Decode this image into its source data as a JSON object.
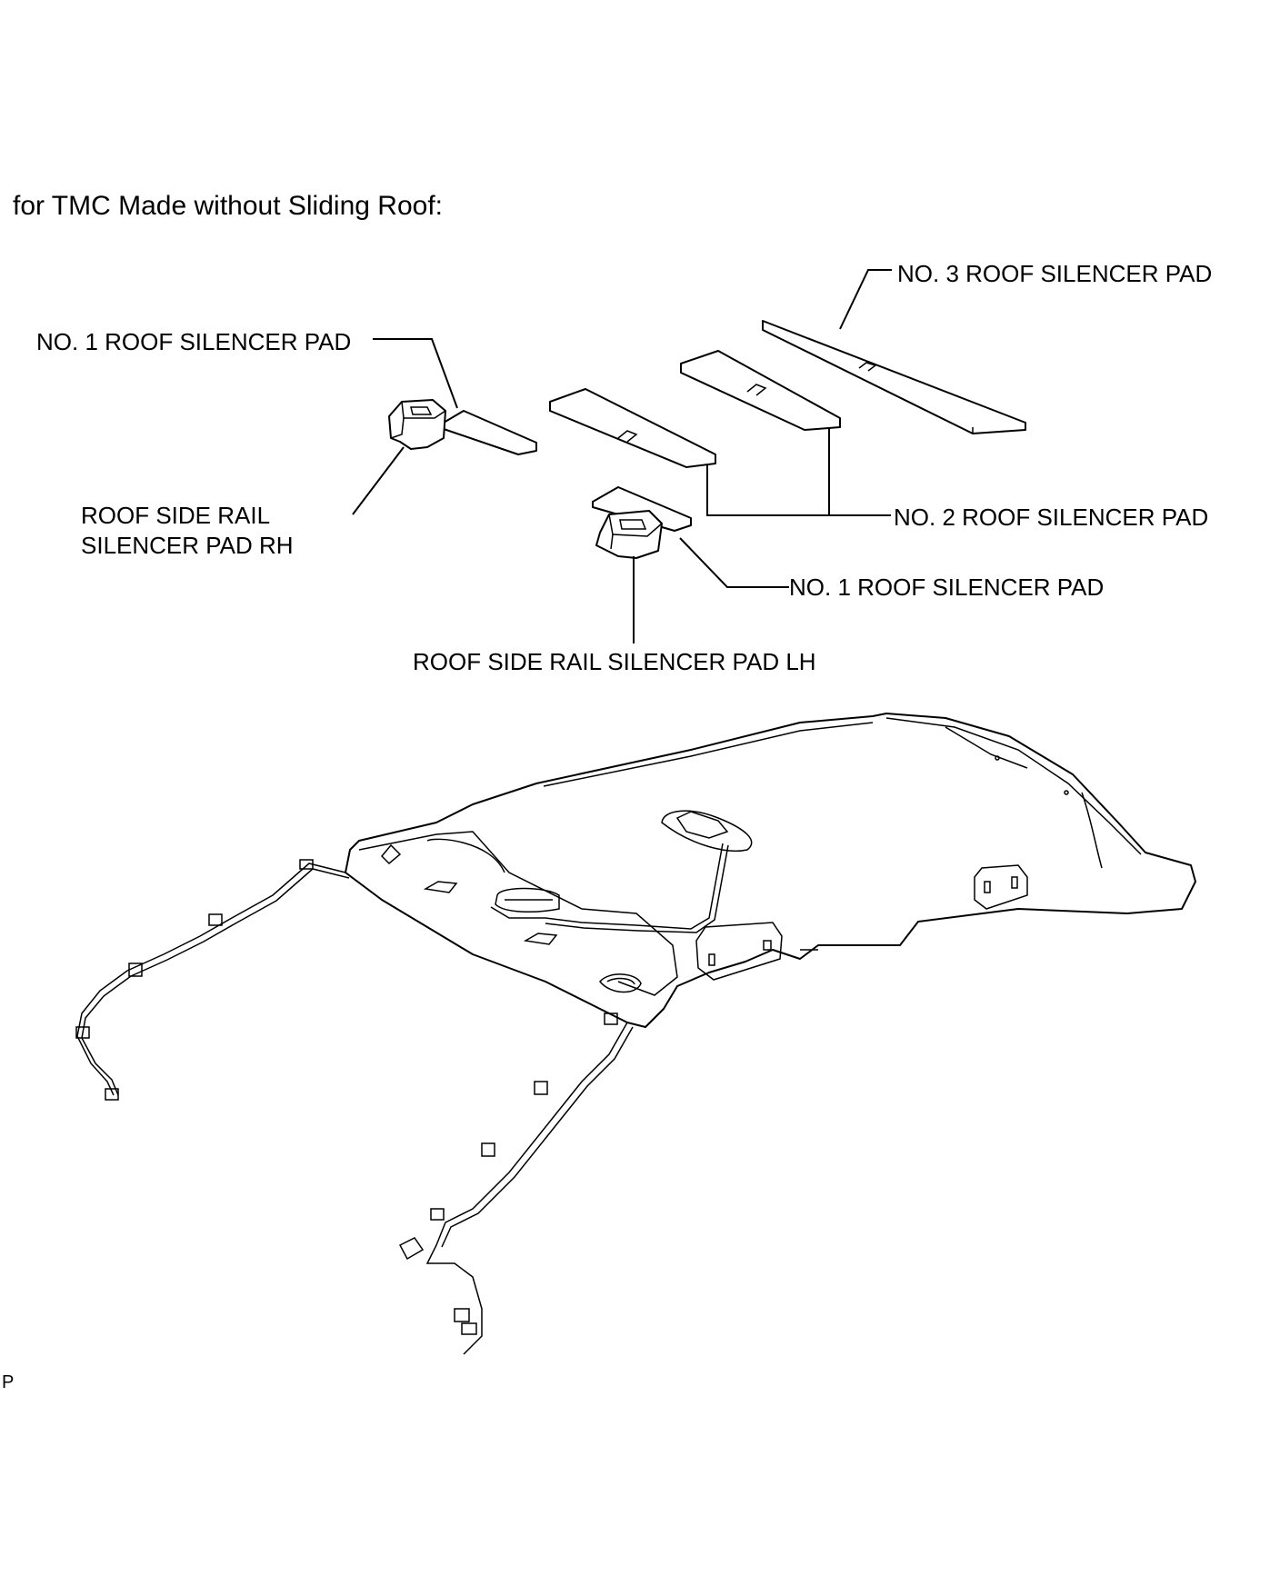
{
  "header": {
    "title": "for TMC Made without Sliding Roof:"
  },
  "labels": {
    "no3_roof_silencer_pad": "NO. 3 ROOF SILENCER PAD",
    "no1_roof_silencer_pad_right": "NO. 1 ROOF SILENCER PAD",
    "roof_side_rail_silencer_pad_rh_line1": "ROOF SIDE RAIL",
    "roof_side_rail_silencer_pad_rh_line2": "SILENCER PAD RH",
    "no2_roof_silencer_pad": "NO. 2 ROOF SILENCER PAD",
    "no1_roof_silencer_pad_left": "NO. 1 ROOF SILENCER PAD",
    "roof_side_rail_silencer_pad_lh": "ROOF SIDE RAIL SILENCER PAD LH"
  },
  "footer": {
    "code": "P"
  }
}
